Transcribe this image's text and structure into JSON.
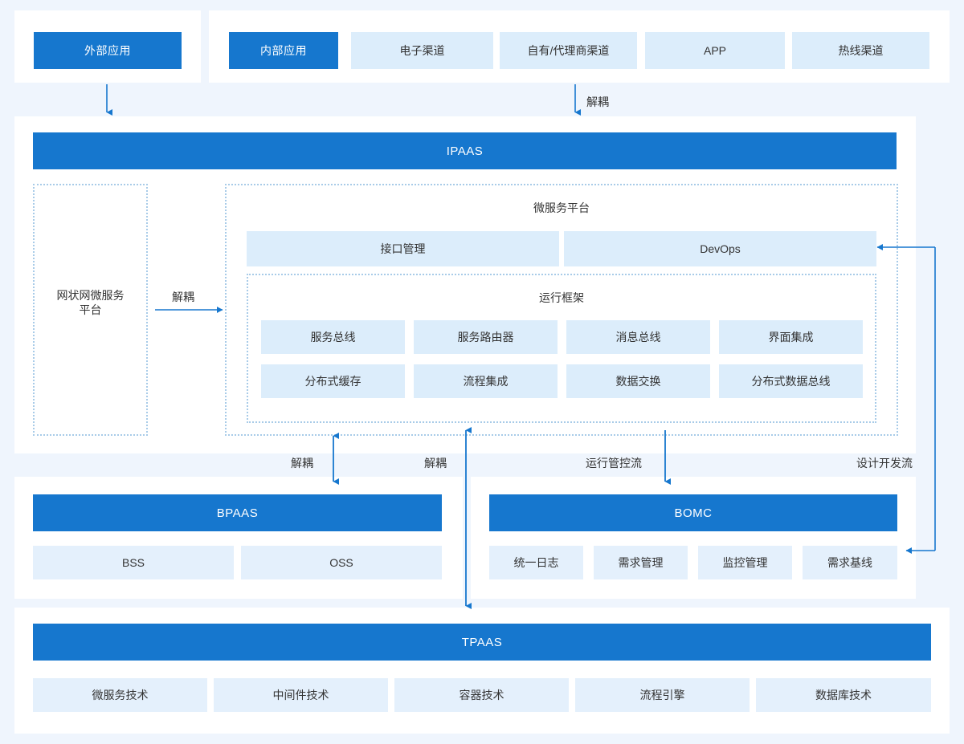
{
  "theme": {
    "page_background": "#eff5fd",
    "panel_background": "#ffffff",
    "accent_blue": "#1677ce",
    "cell_blue": "#dcedfb",
    "dotted_border": "#a8cbe8",
    "text_color": "#333333"
  },
  "channels": {
    "external": {
      "label": "外部应用"
    },
    "internal": {
      "label": "内部应用"
    },
    "items": [
      {
        "label": "电子渠道"
      },
      {
        "label": "自有/代理商渠道"
      },
      {
        "label": "APP"
      },
      {
        "label": "热线渠道"
      }
    ]
  },
  "ipaas": {
    "band_label": "IPAAS",
    "mesh_platform": {
      "label": "网状网微服务\n平台",
      "line1": "网状网微服务",
      "line2": "平台"
    },
    "micro_platform": {
      "title": "微服务平台",
      "top_cells": [
        {
          "label": "接口管理"
        },
        {
          "label": "DevOps"
        }
      ],
      "runtime": {
        "title": "运行框架",
        "cells": [
          {
            "label": "服务总线"
          },
          {
            "label": "服务路由器"
          },
          {
            "label": "消息总线"
          },
          {
            "label": "界面集成"
          },
          {
            "label": "分布式缓存"
          },
          {
            "label": "流程集成"
          },
          {
            "label": "数据交换"
          },
          {
            "label": "分布式数据总线"
          }
        ]
      }
    }
  },
  "bpaas": {
    "band_label": "BPAAS",
    "cells": [
      {
        "label": "BSS"
      },
      {
        "label": "OSS"
      }
    ]
  },
  "bomc": {
    "band_label": "BOMC",
    "cells": [
      {
        "label": "统一日志"
      },
      {
        "label": "需求管理"
      },
      {
        "label": "监控管理"
      },
      {
        "label": "需求基线"
      }
    ]
  },
  "tpaas": {
    "band_label": "TPAAS",
    "cells": [
      {
        "label": "微服务技术"
      },
      {
        "label": "中间件技术"
      },
      {
        "label": "容器技术"
      },
      {
        "label": "流程引擎"
      },
      {
        "label": "数据库技术"
      }
    ]
  },
  "flow_labels": {
    "decouple_top": "解耦",
    "decouple_mesh": "解耦",
    "decouple_bpaas": "解耦",
    "decouple_mid": "解耦",
    "runtime_control": "运行管控流",
    "design_dev": "设计开发流"
  }
}
